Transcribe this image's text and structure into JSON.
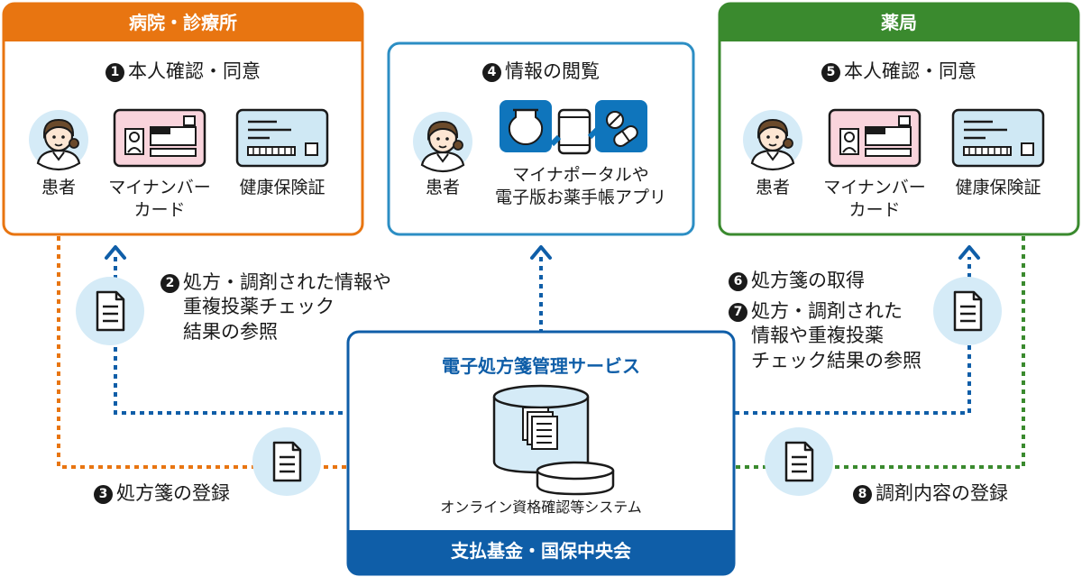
{
  "colors": {
    "hospital": "#e87511",
    "pharmacy": "#3a8a2e",
    "service": "#0f5ea8",
    "portal": "#2c8ec4",
    "light_blue": "#d5ebf7",
    "card_pink": "#f9d4dc",
    "card_blue": "#cfe8f4"
  },
  "hospital": {
    "title": "病院・診療所",
    "step_num": "1",
    "step_text": "本人確認・同意",
    "patient": "患者",
    "mynumber": "マイナンバー\nカード",
    "insurance": "健康保険証"
  },
  "portal": {
    "step_num": "4",
    "step_text": "情報の閲覧",
    "patient": "患者",
    "app": "マイナポータルや\n電子版お薬手帳アプリ"
  },
  "pharmacy": {
    "title": "薬局",
    "step_num": "5",
    "step_text": "本人確認・同意",
    "patient": "患者",
    "mynumber": "マイナンバー\nカード",
    "insurance": "健康保険証"
  },
  "service": {
    "title": "電子処方箋管理サービス",
    "system": "オンライン資格確認等システム",
    "footer": "支払基金・国保中央会"
  },
  "flows": {
    "s2_num": "2",
    "s2_text": "処方・調剤された情報や\n重複投薬チェック\n結果の参照",
    "s3_num": "3",
    "s3_text": "処方箋の登録",
    "s6_num": "6",
    "s6_text": "処方箋の取得",
    "s7_num": "7",
    "s7_text": "処方・調剤された\n情報や重複投薬\nチェック結果の参照",
    "s8_num": "8",
    "s8_text": "調剤内容の登録"
  }
}
